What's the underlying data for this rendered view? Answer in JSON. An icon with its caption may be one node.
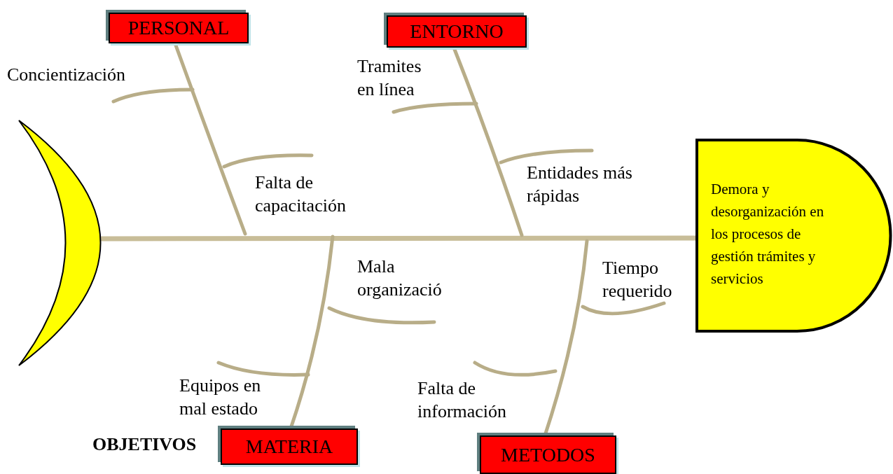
{
  "diagram": {
    "nodes": [
      {
        "text": [
          "PERSONAL"
        ]
      },
      {
        "text": [
          "ENTORNO"
        ]
      },
      {
        "text": [],
        "shape": "crescent"
      },
      {
        "text": [
          "Demora y desorganización en los procesos de gestión trámites y servicios"
        ]
      },
      {
        "text": [
          "MATERIA"
        ]
      },
      {
        "text": [
          "METODOS"
        ]
      },
      {
        "text": [
          "Concientización"
        ]
      },
      {
        "text": [
          "Falta de capacitación"
        ]
      },
      {
        "text": [
          "Tramites en línea"
        ]
      },
      {
        "text": [
          "Entidades más rápidas"
        ]
      },
      {
        "text": [
          "Mala organizació"
        ]
      },
      {
        "text": [
          "Equipos en mal estado"
        ]
      },
      {
        "text": [
          "Tiempo requerido"
        ]
      },
      {
        "text": [
          "Falta de información"
        ]
      }
    ],
    "edges": [
      {
        "from": 2,
        "to": 3,
        "arrow": "none"
      },
      {
        "from": 0,
        "to": null,
        "arrow": "none"
      },
      {
        "from": 1,
        "to": null,
        "arrow": "none"
      },
      {
        "from": 4,
        "to": null,
        "arrow": "none"
      },
      {
        "from": 5,
        "to": null,
        "arrow": "none"
      },
      {
        "from": 6,
        "to": null,
        "arrow": "none"
      },
      {
        "from": 7,
        "to": null,
        "arrow": "none"
      },
      {
        "from": 8,
        "to": null,
        "arrow": "none"
      },
      {
        "from": 9,
        "to": null,
        "arrow": "none"
      },
      {
        "from": 10,
        "to": null,
        "arrow": "none"
      },
      {
        "from": 11,
        "to": null,
        "arrow": "none"
      },
      {
        "from": 12,
        "to": null,
        "arrow": "none"
      },
      {
        "from": 13,
        "to": null,
        "arrow": "none"
      }
    ],
    "labels": [
      "OBJETIVOS"
    ]
  }
}
